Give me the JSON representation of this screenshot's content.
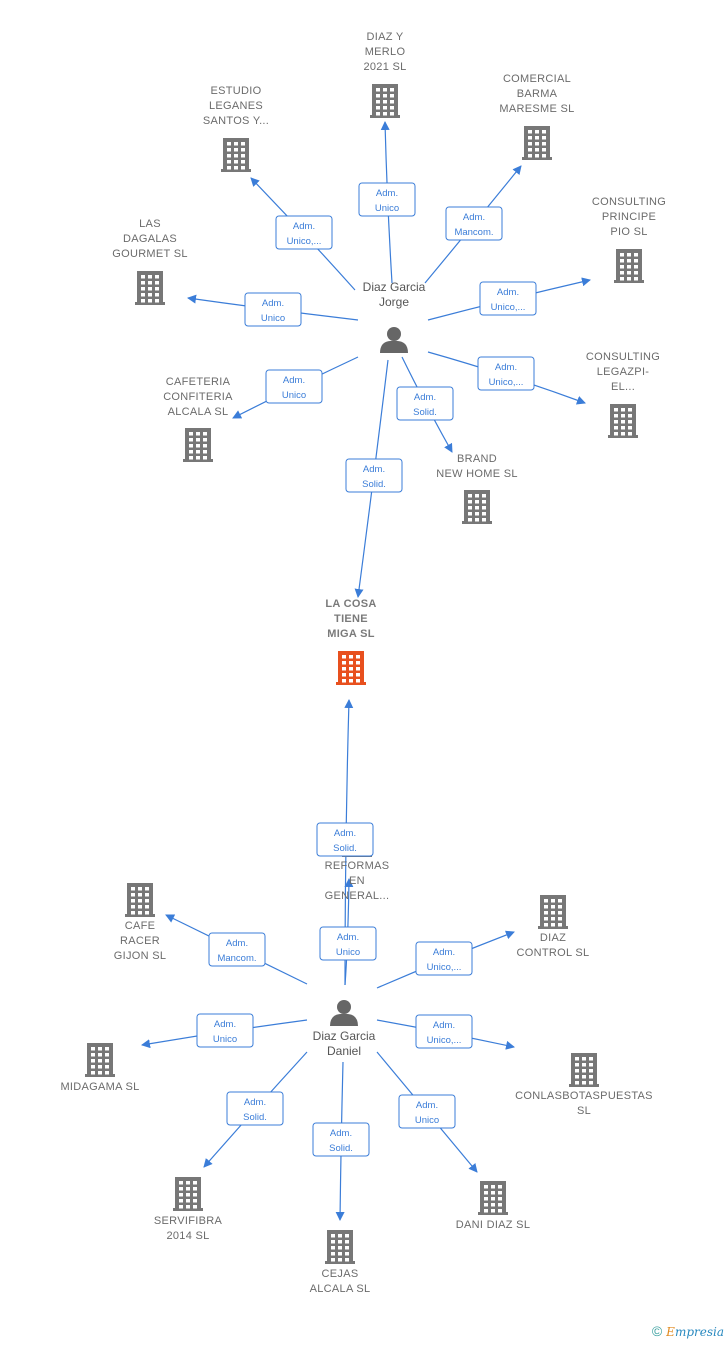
{
  "colors": {
    "edge": "#3b7dd8",
    "company": "#777777",
    "focus_company": "#e8501e",
    "person": "#666666"
  },
  "focus": {
    "id": "lacosa",
    "lines": [
      "LA COSA",
      "TIENE",
      "MIGA  SL"
    ]
  },
  "persons": [
    {
      "id": "jorge",
      "lines": [
        "Diaz Garcia",
        "Jorge"
      ]
    },
    {
      "id": "daniel",
      "lines": [
        "Diaz Garcia",
        "Daniel"
      ]
    }
  ],
  "companies": [
    {
      "id": "diazymerlo",
      "lines": [
        "DIAZ Y",
        "MERLO",
        "2021  SL"
      ]
    },
    {
      "id": "comercial",
      "lines": [
        "COMERCIAL",
        "BARMA",
        "MARESME  SL"
      ]
    },
    {
      "id": "estudio",
      "lines": [
        "ESTUDIO",
        "LEGANES",
        "SANTOS Y..."
      ]
    },
    {
      "id": "principe",
      "lines": [
        "CONSULTING",
        "PRINCIPE",
        "PIO  SL"
      ]
    },
    {
      "id": "dagalas",
      "lines": [
        "LAS",
        "DAGALAS",
        "GOURMET  SL"
      ]
    },
    {
      "id": "legazpi",
      "lines": [
        "CONSULTING",
        "LEGAZPI-",
        "EL..."
      ]
    },
    {
      "id": "cafeteria",
      "lines": [
        "CAFETERIA",
        "CONFITERIA",
        "ALCALA SL"
      ]
    },
    {
      "id": "brand",
      "lines": [
        "BRAND",
        "NEW HOME  SL"
      ]
    },
    {
      "id": "reformas",
      "lines": [
        "REFORMAS",
        "EN",
        "GENERAL..."
      ]
    },
    {
      "id": "caferacer",
      "lines": [
        "CAFE",
        "RACER",
        "GIJON  SL"
      ]
    },
    {
      "id": "diazcontrol",
      "lines": [
        "DIAZ",
        "CONTROL  SL"
      ]
    },
    {
      "id": "midagama",
      "lines": [
        "MIDAGAMA  SL"
      ]
    },
    {
      "id": "conlas",
      "lines": [
        "CONLASBOTASPUESTAS",
        "SL"
      ]
    },
    {
      "id": "servifibra",
      "lines": [
        "SERVIFIBRA",
        "2014  SL"
      ]
    },
    {
      "id": "cejas",
      "lines": [
        "CEJAS",
        "ALCALA  SL"
      ]
    },
    {
      "id": "danidiaz",
      "lines": [
        "DANI DIAZ  SL"
      ]
    }
  ],
  "edges": [
    {
      "from": "jorge",
      "to": "diazymerlo",
      "label": [
        "Adm.",
        "Unico"
      ]
    },
    {
      "from": "jorge",
      "to": "comercial",
      "label": [
        "Adm.",
        "Mancom."
      ]
    },
    {
      "from": "jorge",
      "to": "estudio",
      "label": [
        "Adm.",
        "Unico,..."
      ]
    },
    {
      "from": "jorge",
      "to": "principe",
      "label": [
        "Adm.",
        "Unico,..."
      ]
    },
    {
      "from": "jorge",
      "to": "dagalas",
      "label": [
        "Adm.",
        "Unico"
      ]
    },
    {
      "from": "jorge",
      "to": "legazpi",
      "label": [
        "Adm.",
        "Unico,..."
      ]
    },
    {
      "from": "jorge",
      "to": "cafeteria",
      "label": [
        "Adm.",
        "Unico"
      ]
    },
    {
      "from": "jorge",
      "to": "brand",
      "label": [
        "Adm.",
        "Solid."
      ]
    },
    {
      "from": "jorge",
      "to": "lacosa",
      "label": [
        "Adm.",
        "Solid."
      ]
    },
    {
      "from": "daniel",
      "to": "lacosa",
      "label": [
        "Adm.",
        "Solid."
      ]
    },
    {
      "from": "daniel",
      "to": "reformas",
      "label": [
        "Adm.",
        "Unico"
      ]
    },
    {
      "from": "daniel",
      "to": "caferacer",
      "label": [
        "Adm.",
        "Mancom."
      ]
    },
    {
      "from": "daniel",
      "to": "diazcontrol",
      "label": [
        "Adm.",
        "Unico,..."
      ]
    },
    {
      "from": "daniel",
      "to": "midagama",
      "label": [
        "Adm.",
        "Unico"
      ]
    },
    {
      "from": "daniel",
      "to": "conlas",
      "label": [
        "Adm.",
        "Unico,..."
      ]
    },
    {
      "from": "daniel",
      "to": "servifibra",
      "label": [
        "Adm.",
        "Solid."
      ]
    },
    {
      "from": "daniel",
      "to": "cejas",
      "label": [
        "Adm.",
        "Solid."
      ]
    },
    {
      "from": "daniel",
      "to": "danidiaz",
      "label": [
        "Adm.",
        "Unico"
      ]
    }
  ],
  "footer": {
    "copyright": "©",
    "brand_first": "E",
    "brand_rest": "mpresia"
  }
}
